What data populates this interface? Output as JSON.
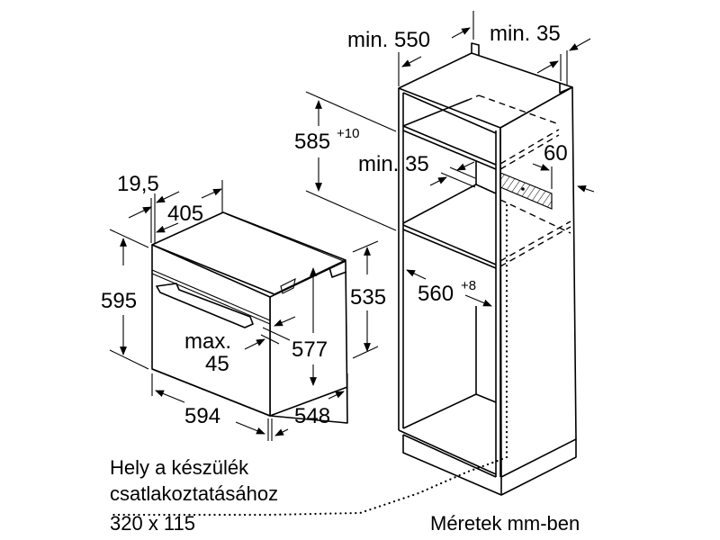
{
  "diagram": {
    "type": "built-in oven installation dimensions",
    "oven": {
      "dimensions": {
        "front_panel_depth": "19,5",
        "body_depth_top": "405",
        "height": "595",
        "width": "594",
        "depth": "548",
        "inner_height": "577",
        "side_height": "535",
        "door_gap": "max.",
        "door_gap_value": "45"
      }
    },
    "cabinet": {
      "dimensions": {
        "min_depth": "min. 550",
        "min_back_gap": "min. 35",
        "niche_height": "585",
        "niche_height_tol": "+10",
        "shelf_gap": "min. 35",
        "vent_opening": "60",
        "niche_width": "560",
        "niche_width_tol": "+8"
      }
    },
    "notes": {
      "connection_line1": "Hely a készülék",
      "connection_line2": "csatlakoztatásához",
      "connection_size": "320 x 115",
      "units": "Méretek mm-ben"
    },
    "colors": {
      "line": "#000000",
      "background": "#ffffff"
    }
  }
}
